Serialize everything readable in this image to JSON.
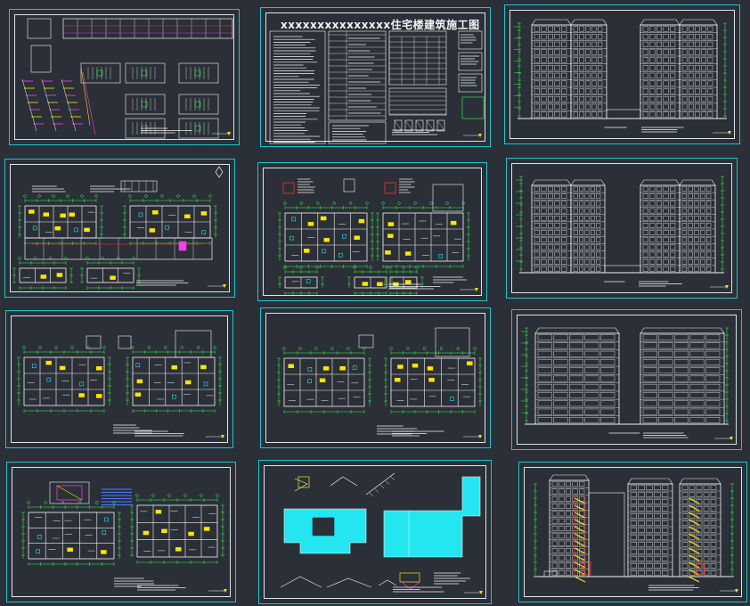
{
  "colors": {
    "background": "#2b2f37",
    "frame": "#19c7d3",
    "line": "#f5f5f5",
    "green": "#39ff4e",
    "yellow": "#ffe600",
    "cyan": "#23e6f0",
    "magenta": "#ff3df0",
    "red": "#ff3030",
    "blue": "#4a7bff"
  },
  "sheets": [
    {
      "id": "s1",
      "kind": "stair-details"
    },
    {
      "id": "s2",
      "kind": "design-notes",
      "title": "xxxxxxxxxxxxxxx住宅楼建筑施工图"
    },
    {
      "id": "s3",
      "kind": "front-elevation"
    },
    {
      "id": "s4",
      "kind": "ground-floor-plan"
    },
    {
      "id": "s5",
      "kind": "second-floor-plan"
    },
    {
      "id": "s6",
      "kind": "rear-elevation"
    },
    {
      "id": "s7",
      "kind": "standard-floor-plan"
    },
    {
      "id": "s8",
      "kind": "standard-floor-plan"
    },
    {
      "id": "s9",
      "kind": "side-elevation"
    },
    {
      "id": "s10",
      "kind": "top-floor-plan"
    },
    {
      "id": "s11",
      "kind": "roof-plan"
    },
    {
      "id": "s12",
      "kind": "section"
    }
  ]
}
